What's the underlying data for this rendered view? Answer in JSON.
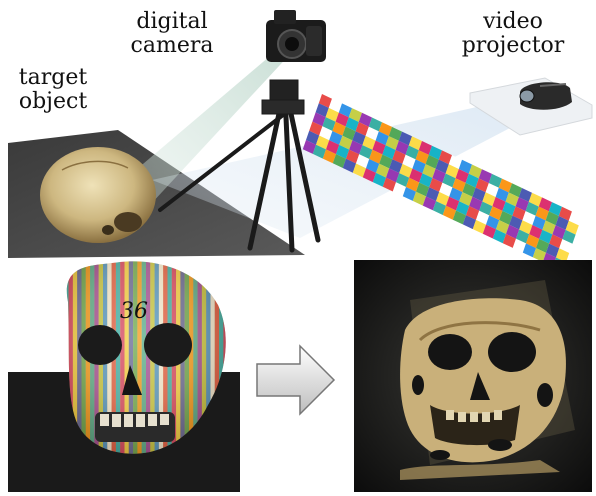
{
  "labels": {
    "target_object": [
      "target",
      "object"
    ],
    "digital_camera": [
      "digital",
      "camera"
    ],
    "video_projector": [
      "video",
      "projector"
    ]
  },
  "skull_number": "36",
  "icons": {
    "camera": "dslr-camera-icon",
    "projector": "video-projector-icon",
    "tripod": "tripod-icon",
    "arrow": "right-arrow-icon"
  },
  "colors": {
    "stripe_palette": [
      "#e53935",
      "#43a047",
      "#1e88e5",
      "#fdd835",
      "#8e24aa",
      "#00acc1",
      "#fb8c00",
      "#ffffff",
      "#3949ab",
      "#c0ca33",
      "#d81b60",
      "#26a69a"
    ]
  }
}
